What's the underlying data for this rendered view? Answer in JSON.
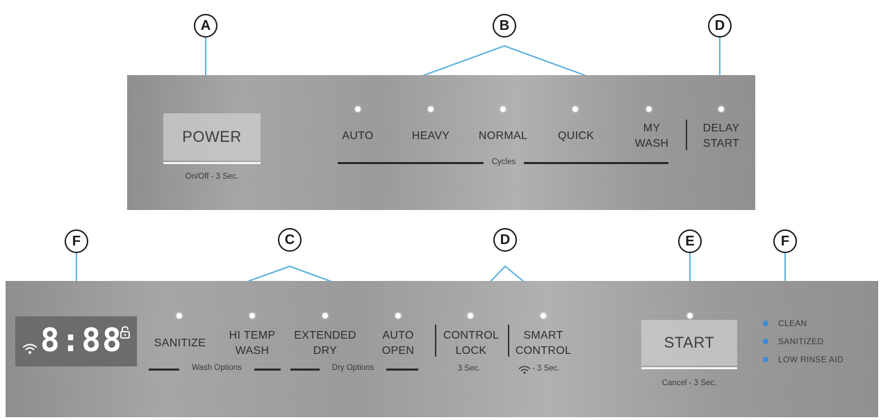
{
  "callouts": {
    "a": "A",
    "b": "B",
    "c": "C",
    "d": "D",
    "e": "E",
    "f": "F"
  },
  "top_panel": {
    "power_label": "POWER",
    "power_hint": "On/Off - 3 Sec.",
    "cycles": [
      {
        "label": "AUTO"
      },
      {
        "label": "HEAVY"
      },
      {
        "label": "NORMAL"
      },
      {
        "label": "QUICK"
      },
      {
        "label": "MY\nWASH"
      }
    ],
    "cycles_group_label": "Cycles",
    "delay_start_label": "DELAY\nSTART"
  },
  "bottom_panel": {
    "display_digits": "8:88",
    "wash_options": [
      {
        "label": "SANITIZE"
      },
      {
        "label": "HI TEMP\nWASH"
      }
    ],
    "dry_options": [
      {
        "label": "EXTENDED\nDRY"
      },
      {
        "label": "AUTO\nOPEN"
      }
    ],
    "wash_group_label": "Wash Options",
    "dry_group_label": "Dry Options",
    "control_lock_label": "CONTROL\nLOCK",
    "control_lock_hint": "3 Sec.",
    "smart_control_label": "SMART\nCONTROL",
    "smart_control_hint": "- 3 Sec.",
    "start_label": "START",
    "start_hint": "Cancel - 3 Sec.",
    "status": [
      {
        "label": "CLEAN"
      },
      {
        "label": "SANITIZED"
      },
      {
        "label": "LOW RINSE AID"
      }
    ]
  },
  "colors": {
    "leader_line": "#5ab1de",
    "status_led": "#3f8ad8",
    "panel": "#a0a0a0"
  },
  "icons": [
    "wifi-icon",
    "unlock-icon"
  ]
}
